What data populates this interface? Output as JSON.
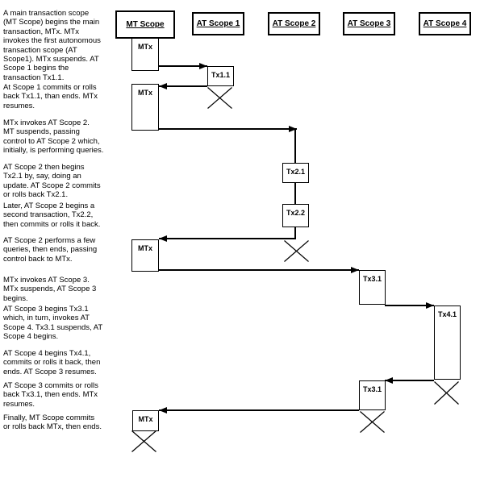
{
  "narrative": {
    "paragraphs": [
      "A main transaction scope\n(MT Scope) begins the main\ntransaction, MTx.  MTx\ninvokes the first autonomous\ntransaction scope (AT\nScope1). MTx suspends. AT\nScope 1 begins the\ntransaction Tx1.1.",
      "At Scope 1 commits or rolls\nback Tx1.1, than ends. MTx\nresumes.",
      "MTx invokes AT Scope 2.\nMT suspends, passing\ncontrol to AT Scope 2 which,\ninitially, is performing queries.",
      "AT Scope 2 then begins\nTx2.1 by, say, doing an\nupdate. AT Scope 2 commits\nor rolls back Tx2.1.",
      "Later, AT Scope 2 begins a\nsecond transaction, Tx2.2,\nthen commits or rolls it back.",
      "AT Scope 2 performs a few\nqueries, then ends, passing\ncontrol back to MTx.",
      "MTx invokes AT Scope 3.\nMTx suspends, AT Scope 3\nbegins.",
      "AT Scope 3 begins Tx3.1\nwhich, in turn, invokes AT\nScope 4. Tx3.1 suspends, AT\nScope 4 begins.",
      "AT Scope 4 begins Tx4.1,\ncommits or rolls it back, then\nends. AT Scope 3 resumes.",
      "AT Scope 3 commits or rolls\nback Tx3.1, then ends. MTx\nresumes.",
      "Finally, MT Scope commits\nor rolls back MTx, then ends."
    ]
  },
  "diagram": {
    "lanes": [
      "MT Scope",
      "AT Scope 1",
      "AT Scope 2",
      "AT Scope 3",
      "AT Scope 4"
    ],
    "labels": {
      "mtx": "MTx",
      "tx11": "Tx1.1",
      "tx21": "Tx2.1",
      "tx22": "Tx2.2",
      "tx31": "Tx3.1",
      "tx41": "Tx4.1"
    }
  },
  "colors": {
    "background": "#ffffff",
    "line": "#000000",
    "text": "#000000"
  }
}
